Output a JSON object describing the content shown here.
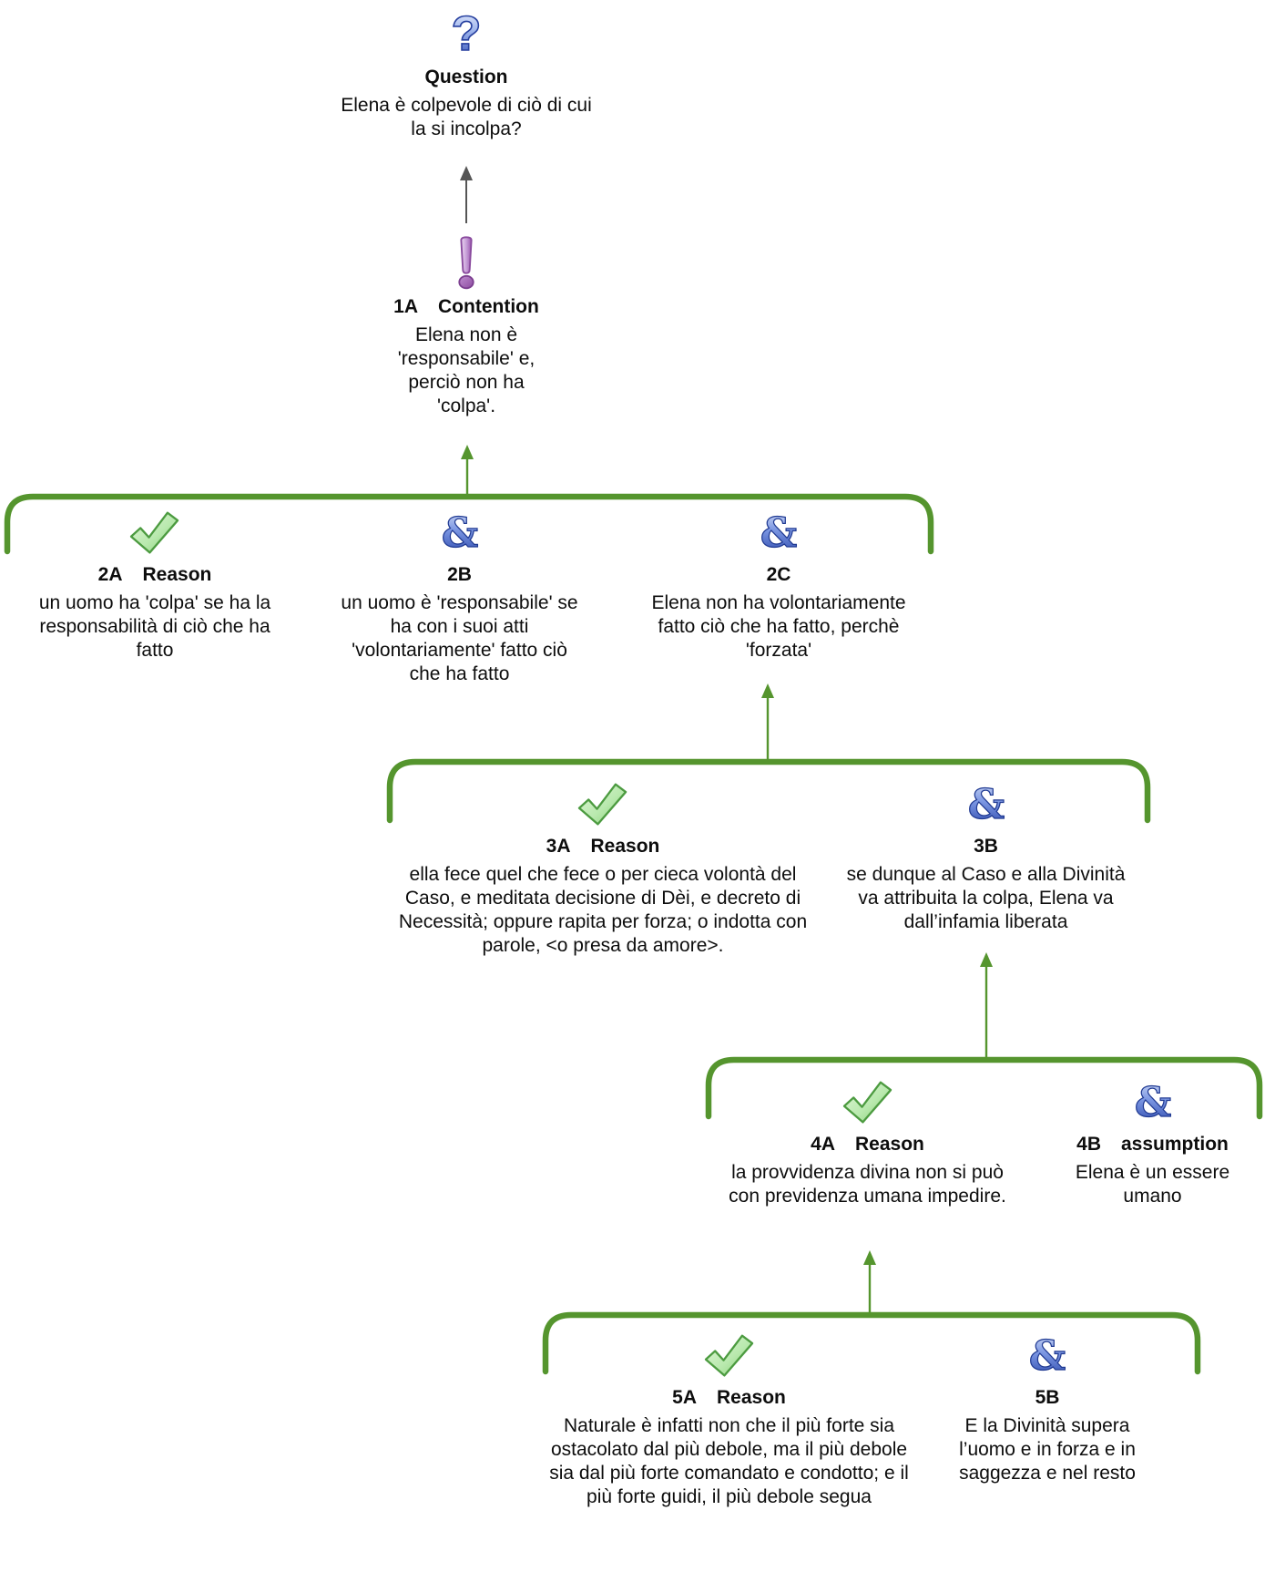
{
  "colors": {
    "connector_green": "#55952e",
    "question_arrow_gray": "#555555",
    "and_icon_blue": "#2b48ac",
    "check_icon_green": "#4c9b40",
    "contention_icon_purple": "#9a57ae",
    "question_icon_blue": "#2e4cb4",
    "text_color": "#0d0d0d"
  },
  "question": {
    "icon": "question-icon",
    "title": "Question",
    "text": "Elena è colpevole di ciò di cui la si incolpa?"
  },
  "contention": {
    "icon": "exclamation-icon",
    "id": "1A",
    "label": "Contention",
    "text": "Elena non è 'responsabile' e, perciò non ha 'colpa'."
  },
  "reasons": {
    "n2a": {
      "icon": "checkmark-icon",
      "id": "2A",
      "label": "Reason",
      "text": "un uomo ha 'colpa' se ha la responsabilità di ciò che ha fatto"
    },
    "n2b": {
      "icon": "ampersand-icon",
      "id": "2B",
      "label": "",
      "text": "un uomo è 'responsabile' se ha con i suoi atti 'volontariamente' fatto ciò che ha fatto"
    },
    "n2c": {
      "icon": "ampersand-icon",
      "id": "2C",
      "label": "",
      "text": "Elena non ha volontariamente fatto ciò che ha fatto, perchè 'forzata'"
    },
    "n3a": {
      "icon": "checkmark-icon",
      "id": "3A",
      "label": "Reason",
      "text": "ella fece quel che fece o per cieca volontà del Caso, e meditata decisione di Dèi, e decreto di Necessità; oppure rapita per forza; o indotta con parole, <o presa da amore>."
    },
    "n3b": {
      "icon": "ampersand-icon",
      "id": "3B",
      "label": "",
      "text": "se dunque al Caso e alla Divinità va attribuita la colpa, Elena va dall’infamia liberata"
    },
    "n4a": {
      "icon": "checkmark-icon",
      "id": "4A",
      "label": "Reason",
      "text": "la provvidenza divina non si può con previdenza umana impedire."
    },
    "n4b": {
      "icon": "ampersand-icon",
      "id": "4B",
      "label": "assumption",
      "text": "Elena è un essere umano"
    },
    "n5a": {
      "icon": "checkmark-icon",
      "id": "5A",
      "label": "Reason",
      "text": "Naturale è infatti non che il più forte sia ostacolato dal più debole, ma il più debole sia dal più forte comandato e condotto; e il più forte guidi, il più debole segua"
    },
    "n5b": {
      "icon": "ampersand-icon",
      "id": "5B",
      "label": "",
      "text": "E la Divinità supera l’uomo e in forza e in saggezza e nel resto"
    }
  }
}
